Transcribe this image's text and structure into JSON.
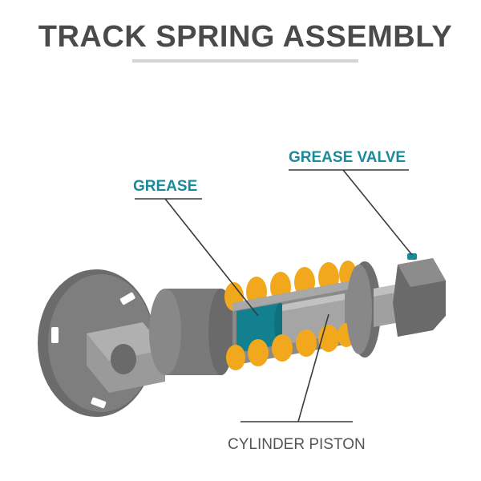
{
  "title": "TRACK SPRING ASSEMBLY",
  "labels": {
    "grease": "GREASE",
    "grease_valve": "GREASE VALVE",
    "cylinder_piston": "CYLINDER PISTON"
  },
  "colors": {
    "accent": "#1a8a9a",
    "spring": "#f2a81d",
    "grease": "#13808f",
    "metal_dark": "#5f5f5f",
    "metal_mid": "#8a8a8a",
    "metal_light": "#b8b8b8",
    "divider": "#d4d4d4"
  }
}
